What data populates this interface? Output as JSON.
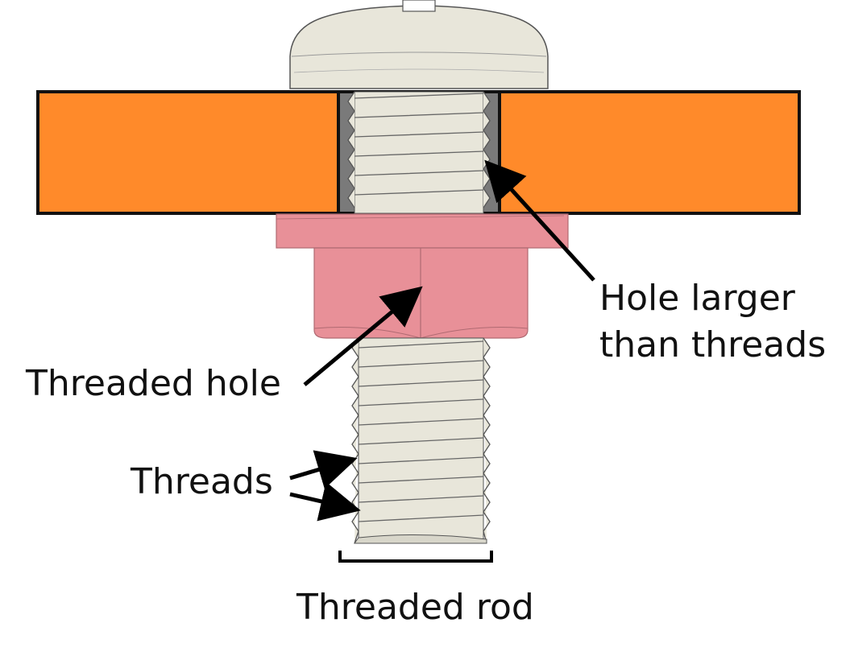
{
  "labels": {
    "hole_larger_line1": "Hole larger",
    "hole_larger_line2": "than threads",
    "threaded_hole": "Threaded hole",
    "threads": "Threads",
    "threaded_rod": "Threaded rod"
  },
  "colors": {
    "plate": "#FF8A2A",
    "plate_outline": "#111111",
    "hole_gap": "#7a7a7a",
    "screw": "#E8E6DA",
    "screw_outline": "#555555",
    "nut": "#E89098",
    "nut_outline": "#b06a72",
    "arrow": "#000000"
  }
}
